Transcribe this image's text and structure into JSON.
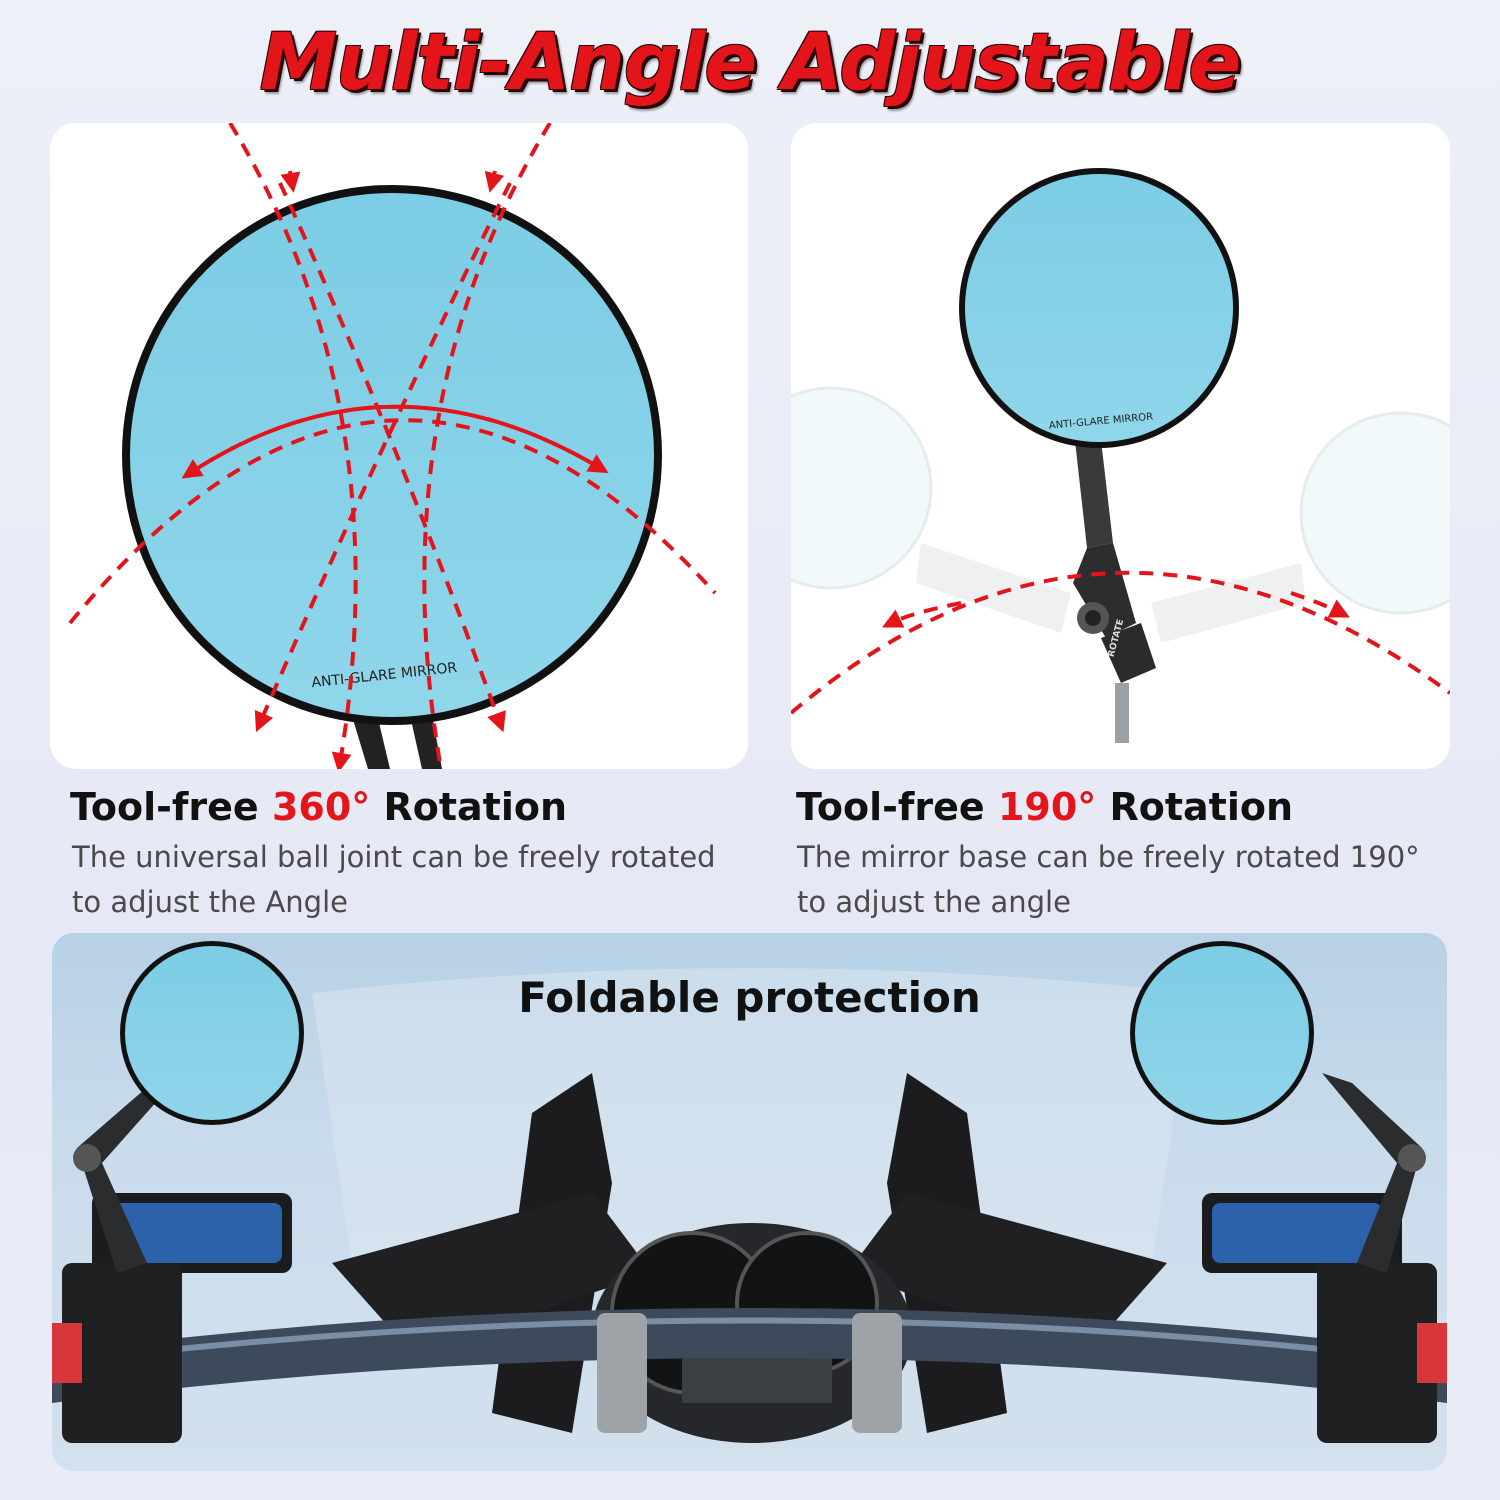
{
  "header": {
    "title": "Multi-Angle Adjustable"
  },
  "feature_left": {
    "title_prefix": "Tool-free ",
    "title_highlight": "360°",
    "title_suffix": " Rotation",
    "description": "The universal ball joint can be freely rotated to adjust the Angle",
    "mirror_label": "ANTI-GLARE MIRROR"
  },
  "feature_right": {
    "title_prefix": "Tool-free ",
    "title_highlight": "190°",
    "title_suffix": " Rotation",
    "description": "The mirror base can be freely rotated 190° to adjust the angle",
    "mirror_label": "ANTI-GLARE MIRROR",
    "knob_label": "ROTATE"
  },
  "bottom": {
    "title": "Foldable protection"
  },
  "colors": {
    "accent_red": "#e4141b",
    "mirror_blue": "#86cde6",
    "text_dark": "#111111",
    "text_gray": "#4a4a4a"
  },
  "icons": [
    "rotation-arrow-icon"
  ]
}
